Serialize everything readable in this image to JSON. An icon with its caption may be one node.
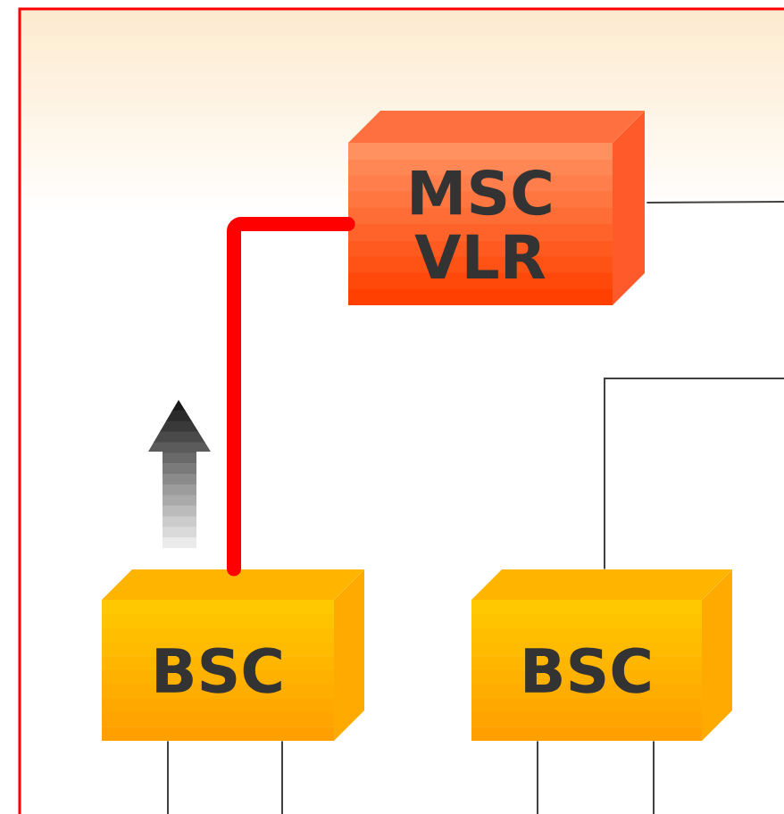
{
  "diagram": {
    "nodes": [
      {
        "text": [
          "MSC VLR"
        ]
      },
      {
        "text": [
          "BSC"
        ]
      },
      {
        "text": [
          "BSC"
        ]
      }
    ],
    "edges": [
      {
        "from": 1,
        "to": 0,
        "arrow": "none",
        "style": "thick",
        "color": "#ff0000"
      },
      {
        "from": 0,
        "to": null,
        "arrow": "none"
      },
      {
        "from": 2,
        "to": null,
        "arrow": "none"
      },
      {
        "from": 1,
        "to": null,
        "arrow": "none"
      },
      {
        "from": 1,
        "to": null,
        "arrow": "none"
      },
      {
        "from": 2,
        "to": null,
        "arrow": "none"
      },
      {
        "from": 2,
        "to": null,
        "arrow": "none"
      }
    ]
  }
}
